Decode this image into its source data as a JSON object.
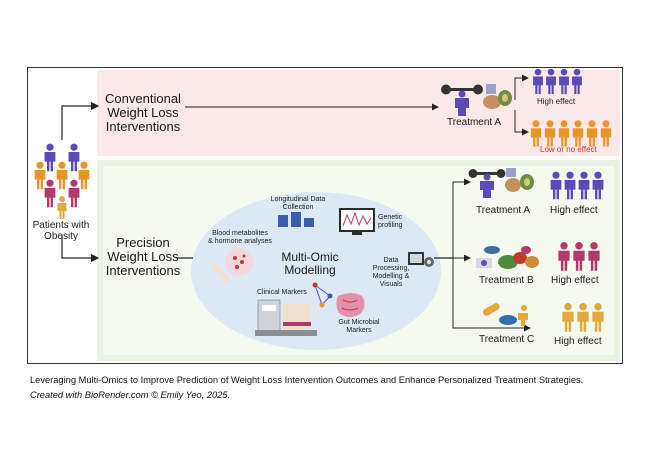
{
  "left": {
    "patients_label_1": "Patients with",
    "patients_label_2": "Obesity"
  },
  "conventional": {
    "label_1": "Conventional",
    "label_2": "Weight Loss",
    "label_3": "Interventions",
    "treatment": "Treatment A",
    "high_effect": "High effect",
    "low_effect": "Low or no effect"
  },
  "precision": {
    "label_1": "Precision",
    "label_2": "Weight Loss",
    "label_3": "Interventions",
    "center_1": "Multi-Omic",
    "center_2": "Modelling",
    "longitudinal_1": "Longitudinal Data",
    "longitudinal_2": "Collection",
    "genetic_1": "Genetic",
    "genetic_2": "profiling",
    "blood_1": "Blood metabolites",
    "blood_2": "& hormone analyses",
    "data_1": "Data",
    "data_2": "Processing,",
    "data_3": "Modelling &",
    "data_4": "Visuals",
    "clinical": "Clinical Markers",
    "gut_1": "Gut Microbial",
    "gut_2": "Markers",
    "treatments": [
      {
        "label": "Treatment A",
        "effect": "High effect"
      },
      {
        "label": "Treatment B",
        "effect": "High effect"
      },
      {
        "label": "Treatment C",
        "effect": "High effect"
      }
    ]
  },
  "caption": {
    "line_1": "Leveraging Multi-Omics to Improve Prediction of Weight Loss Intervention Outcomes and Enhance Personalized Treatment Strategies.",
    "line_2": "Created with BioRender.com © Emily Yeo, 2025."
  },
  "colors": {
    "purple": "#5b4bb7",
    "orange": "#e8962b",
    "magenta": "#b03a6e",
    "gold": "#e6a73c",
    "red_text": "#c0392b"
  }
}
